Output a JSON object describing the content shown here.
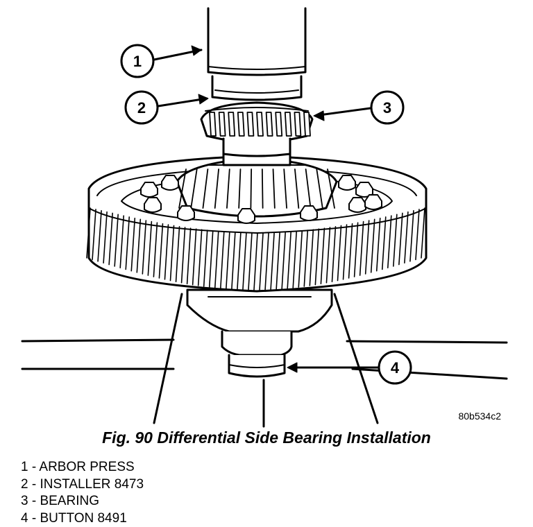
{
  "figure_code": "80b534c2",
  "caption": "Fig. 90 Differential Side Bearing Installation",
  "callouts": [
    "1",
    "2",
    "3",
    "4"
  ],
  "legend": [
    "1 - ARBOR PRESS",
    "2 - INSTALLER 8473",
    "3 - BEARING",
    "4 - BUTTON 8491"
  ]
}
